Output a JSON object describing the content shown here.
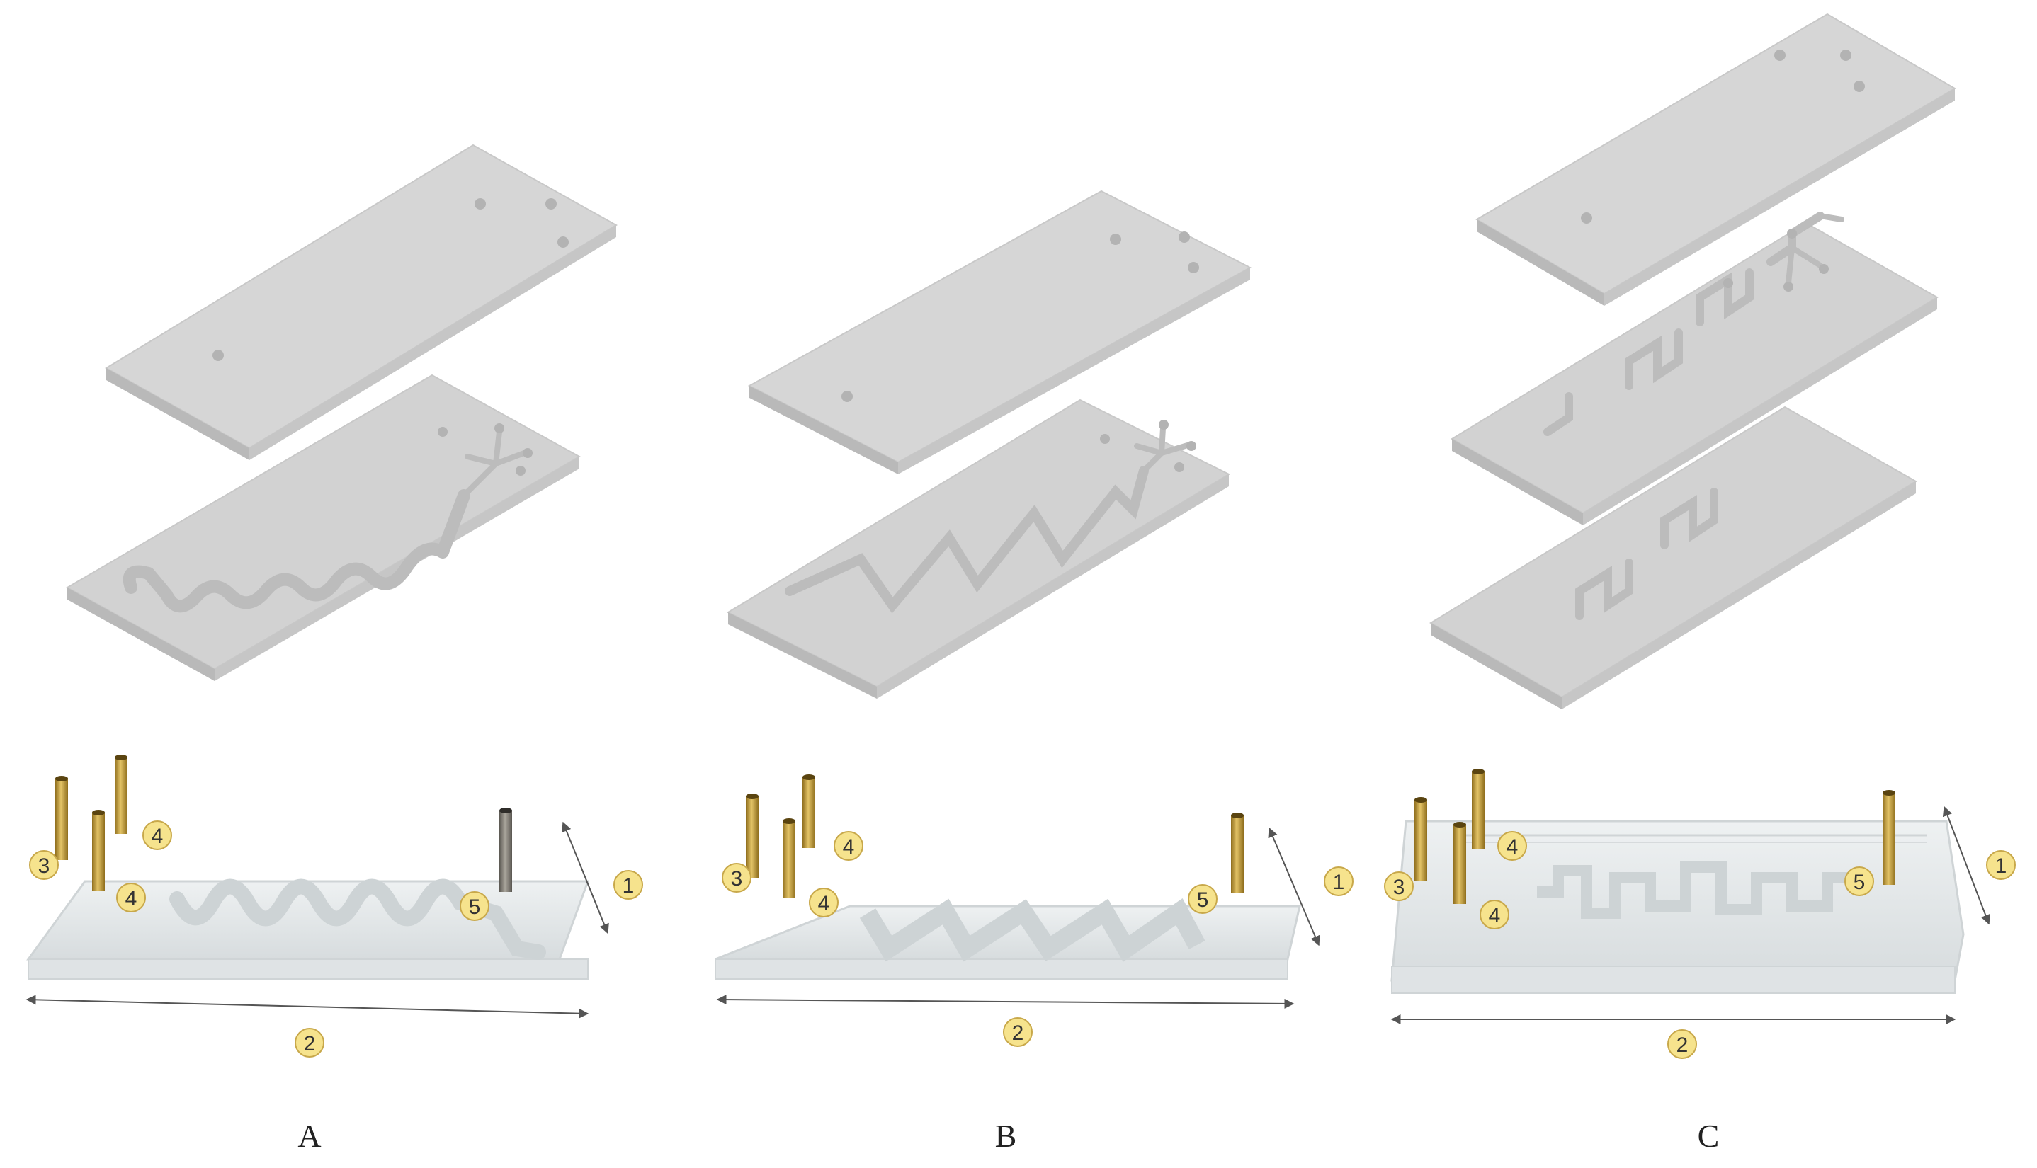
{
  "colors": {
    "cad_top": "#d6d6d6",
    "cad_side": "#b9b9b9",
    "cad_edge": "#c8c8c8",
    "channel_fill": "#c2c2c2",
    "channel_stroke": "#a9a9a9",
    "photo_body": "#e6e9ea",
    "photo_edge": "#cfd4d6",
    "photo_channel": "#cdd3d5",
    "brass": "#c9a23a",
    "brass_dark": "#8f6e1d",
    "steel": "#7d7a74",
    "marker_fill": "#f6e38d",
    "marker_stroke": "#c8a84a",
    "dimension_arrow": "#555555"
  },
  "icons": {
    "port_hole": "circle",
    "fitting": "brass-tube",
    "marker": "numbered-circle"
  },
  "panels": [
    {
      "id": "A",
      "label": "A",
      "channel": "serpentine",
      "markers": [
        "1",
        "2",
        "3",
        "4",
        "4",
        "5"
      ]
    },
    {
      "id": "B",
      "label": "B",
      "channel": "zigzag",
      "markers": [
        "1",
        "2",
        "3",
        "4",
        "4",
        "5"
      ]
    },
    {
      "id": "C",
      "label": "C",
      "channel": "square-wave",
      "markers": [
        "1",
        "2",
        "3",
        "4",
        "4",
        "5"
      ]
    }
  ]
}
